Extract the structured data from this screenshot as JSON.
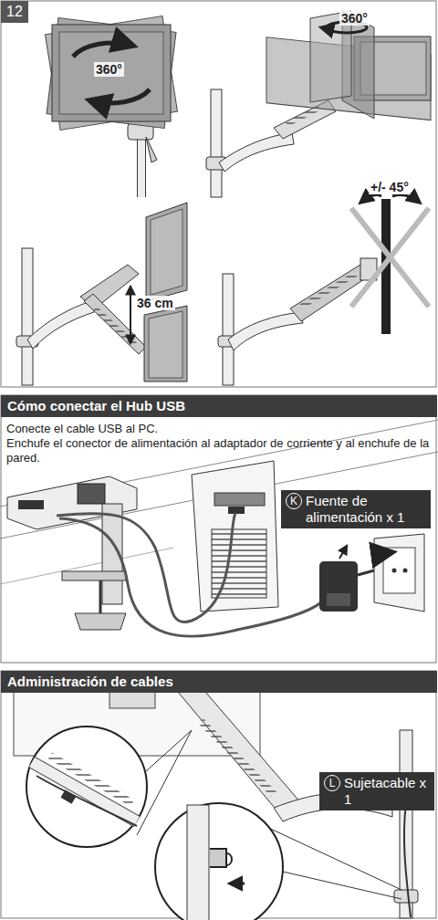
{
  "diagram": {
    "nodes": [
      {
        "text": [
          "12"
        ]
      },
      {
        "text": [
          "Cómo conectar el Hub USB"
        ]
      },
      {
        "text": [
          "K",
          "Fuente de alimentación x 1"
        ]
      },
      {
        "text": [
          "Administración de cables"
        ]
      },
      {
        "text": [
          "L",
          "Sujetacable x 1"
        ]
      }
    ],
    "edges": [],
    "labels": [
      "360°",
      "360°",
      "36 cm",
      "+/- 45°",
      "Conecte el cable USB al PC.",
      "Enchufe el conector de alimentación al adaptador de corriente y al enchufe de la pared."
    ]
  }
}
